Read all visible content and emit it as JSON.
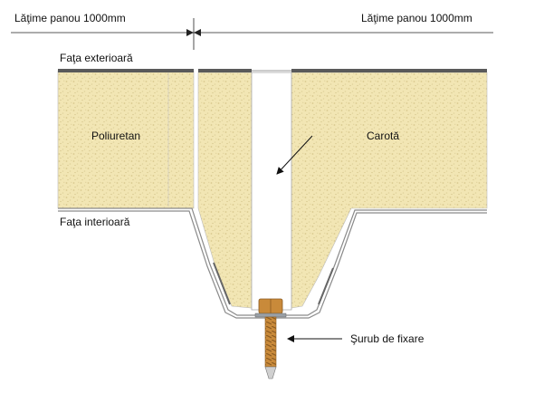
{
  "labels": {
    "width_left": "Lăţime panou 1000mm",
    "width_right": "Lăţime panou 1000mm",
    "outer_face": "Faţa exterioară",
    "inner_face": "Faţa interioară",
    "core": "Poliuretan",
    "carota": "Carotă",
    "screw": "Şurub de fixare"
  },
  "colors": {
    "foam": "#f2e6b4",
    "foam_speck": "#d9c98f",
    "outer_sheet": "#5a5a5a",
    "sheet_outline": "#8a8a8a",
    "screw": "#c98a3a",
    "washer": "#9aa0a6"
  }
}
